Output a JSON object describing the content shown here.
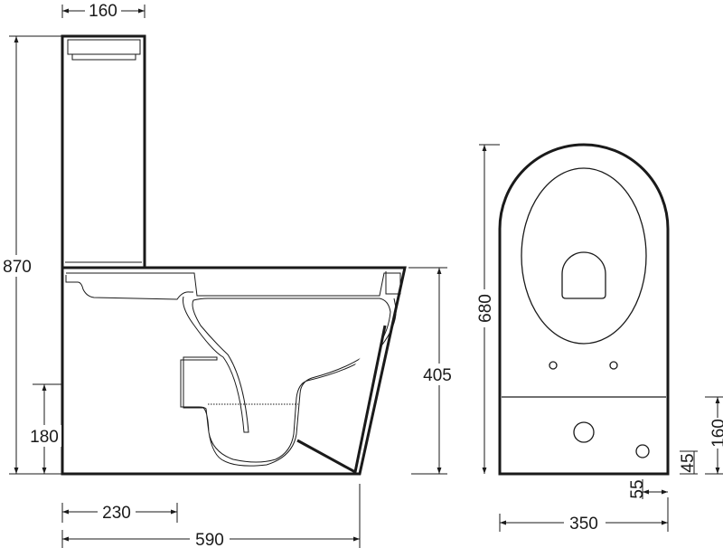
{
  "side_view": {
    "dimensions": {
      "tank_depth": "160",
      "total_height": "870",
      "outlet_height": "180",
      "bowl_height": "405",
      "outlet_distance": "230",
      "total_depth": "590"
    }
  },
  "front_view": {
    "dimensions": {
      "length": "680",
      "width": "350",
      "rear_height": "160",
      "inlet_height": "45",
      "inlet_offset": "55"
    }
  },
  "colors": {
    "line": "#1a1a1a",
    "background": "#ffffff"
  }
}
